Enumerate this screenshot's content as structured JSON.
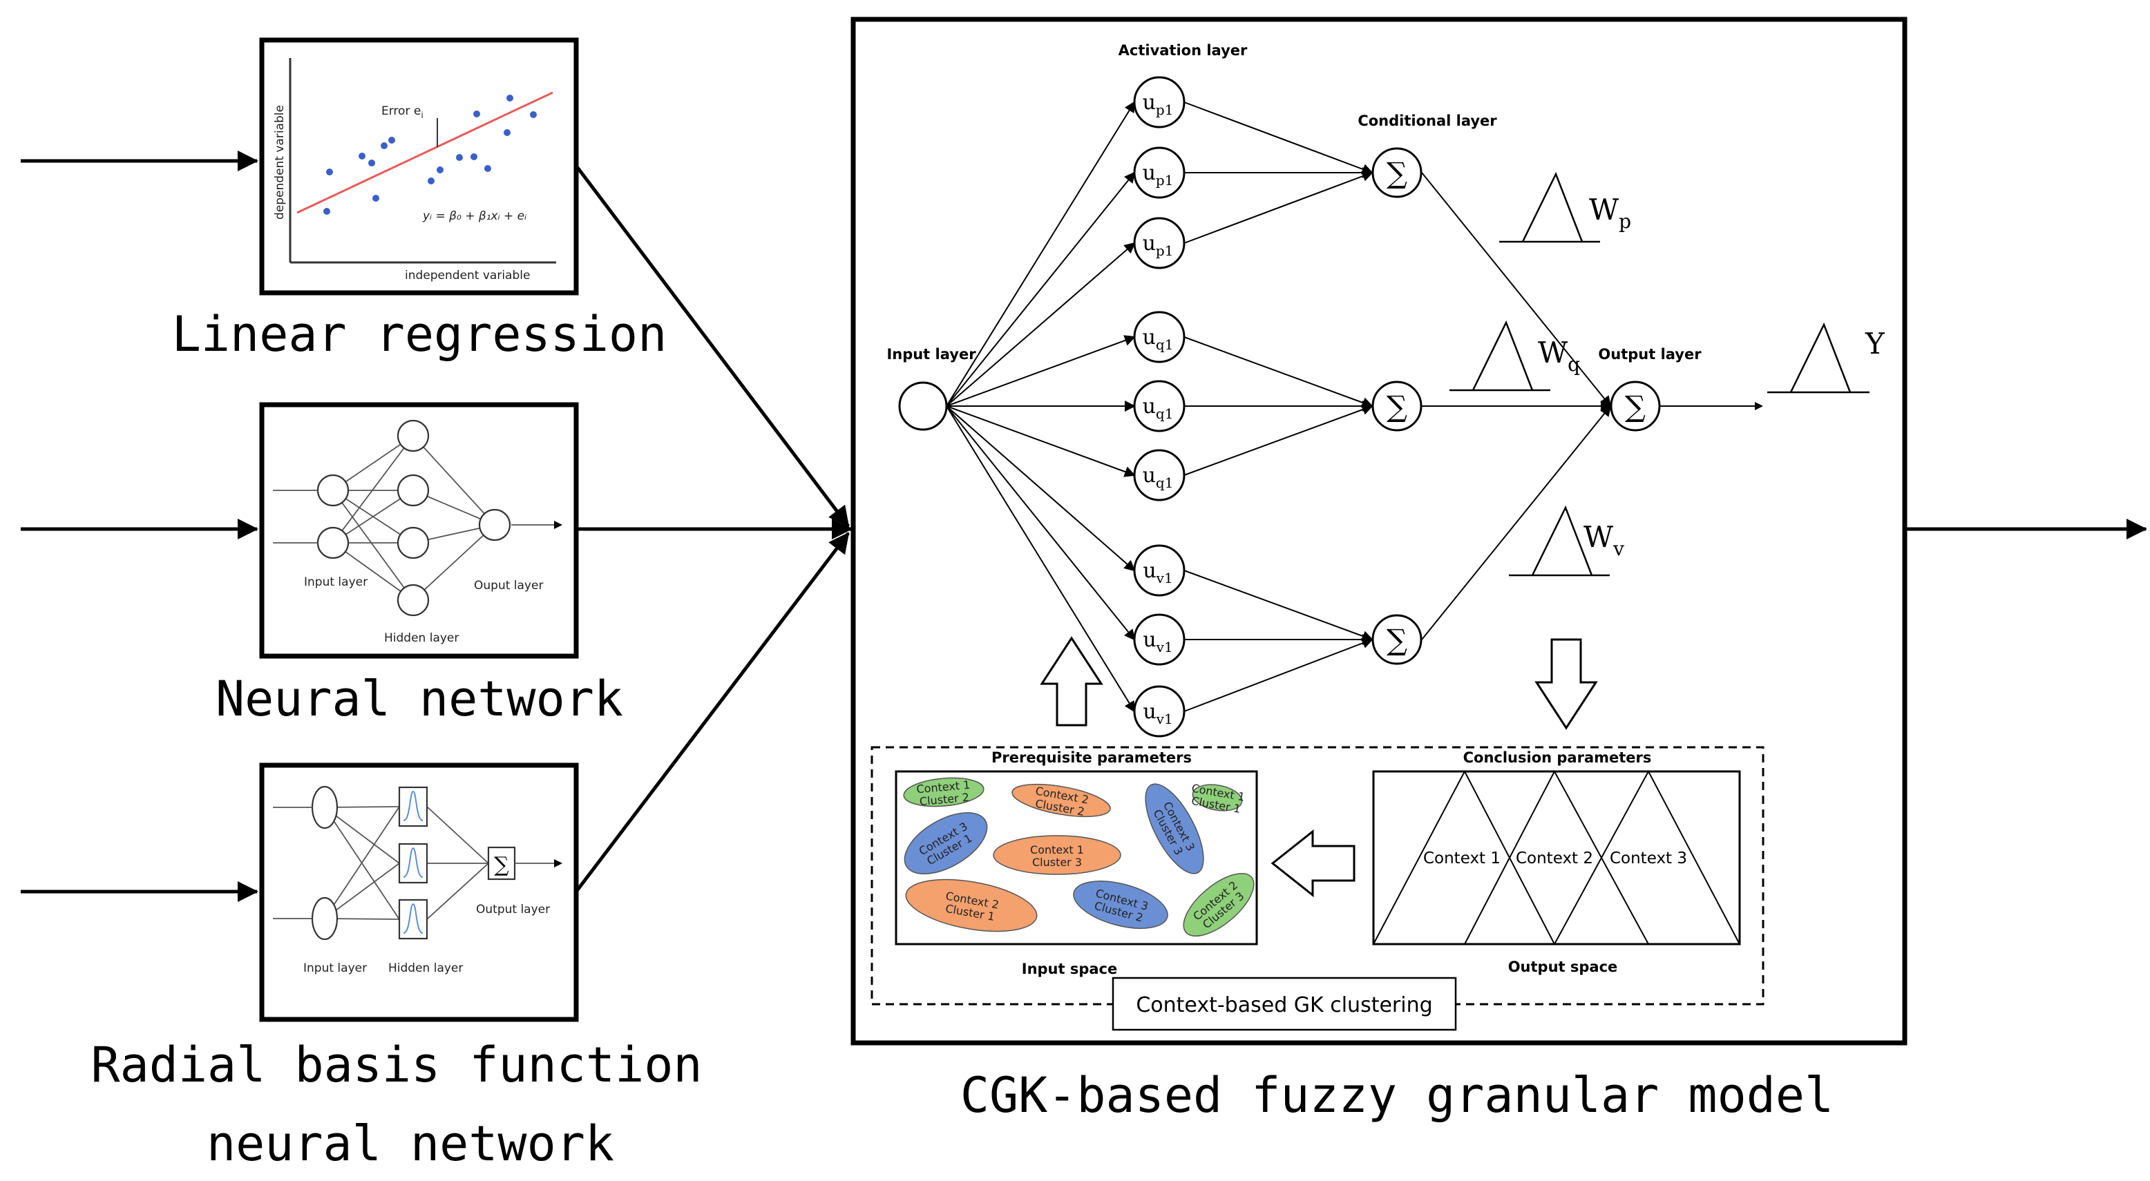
{
  "inputs": {
    "linear_regression": {
      "title": "Linear regression",
      "y_axis": "dependent variable",
      "x_axis": "independent variable",
      "error_label": "Error e",
      "error_sub": "i",
      "equation": "yᵢ = β₀ + β₁xᵢ + eᵢ"
    },
    "neural_network": {
      "title": "Neural network",
      "input_layer": "Input layer",
      "hidden_layer": "Hidden layer",
      "output_layer": "Ouput layer"
    },
    "rbf": {
      "title_line1": "Radial basis function",
      "title_line2": "neural network",
      "input_layer": "Input layer",
      "hidden_layer": "Hidden layer",
      "output_layer": "Output layer",
      "sum_symbol": "∑"
    }
  },
  "model": {
    "title": "CGK-based fuzzy granular model",
    "activation_layer": "Activation layer",
    "conditional_layer": "Conditional layer",
    "input_layer": "Input layer",
    "output_layer": "Output layer",
    "sum_symbol": "∑",
    "output_symbol": "Y",
    "weights": [
      {
        "base": "W",
        "sub": "p"
      },
      {
        "base": "W",
        "sub": "q"
      },
      {
        "base": "W",
        "sub": "v"
      }
    ],
    "nodes": [
      {
        "base": "u",
        "sub": "p1"
      },
      {
        "base": "u",
        "sub": "p1"
      },
      {
        "base": "u",
        "sub": "p1"
      },
      {
        "base": "u",
        "sub": "q1"
      },
      {
        "base": "u",
        "sub": "q1"
      },
      {
        "base": "u",
        "sub": "q1"
      },
      {
        "base": "u",
        "sub": "v1"
      },
      {
        "base": "u",
        "sub": "v1"
      },
      {
        "base": "u",
        "sub": "v1"
      }
    ],
    "prerequisite": {
      "title": "Prerequisite parameters",
      "space_label": "Input space",
      "ellipses": [
        {
          "line1": "Context 1",
          "line2": "Cluster 2",
          "color": "#8fd07a"
        },
        {
          "line1": "Context 2",
          "line2": "Cluster 2",
          "color": "#f4a16e"
        },
        {
          "line1": "Context 3",
          "line2": "Cluster 1",
          "color": "#6b8fd4"
        },
        {
          "line1": "Context 3",
          "line2": "Cluster 3",
          "color": "#6b8fd4"
        },
        {
          "line1": "Context 1",
          "line2": "Cluster 1",
          "color": "#8fd07a"
        },
        {
          "line1": "Context 1",
          "line2": "Cluster 3",
          "color": "#f4a16e"
        },
        {
          "line1": "Context 2",
          "line2": "Cluster 1",
          "color": "#f4a16e"
        },
        {
          "line1": "Context 3",
          "line2": "Cluster 2",
          "color": "#6b8fd4"
        },
        {
          "line1": "Context 2",
          "line2": "Cluster 3",
          "color": "#8fd07a"
        }
      ]
    },
    "conclusion": {
      "title": "Conclusion parameters",
      "space_label": "Output space",
      "contexts": [
        "Context 1",
        "Context 2",
        "Context 3"
      ]
    },
    "clustering_button": "Context-based GK clustering"
  }
}
